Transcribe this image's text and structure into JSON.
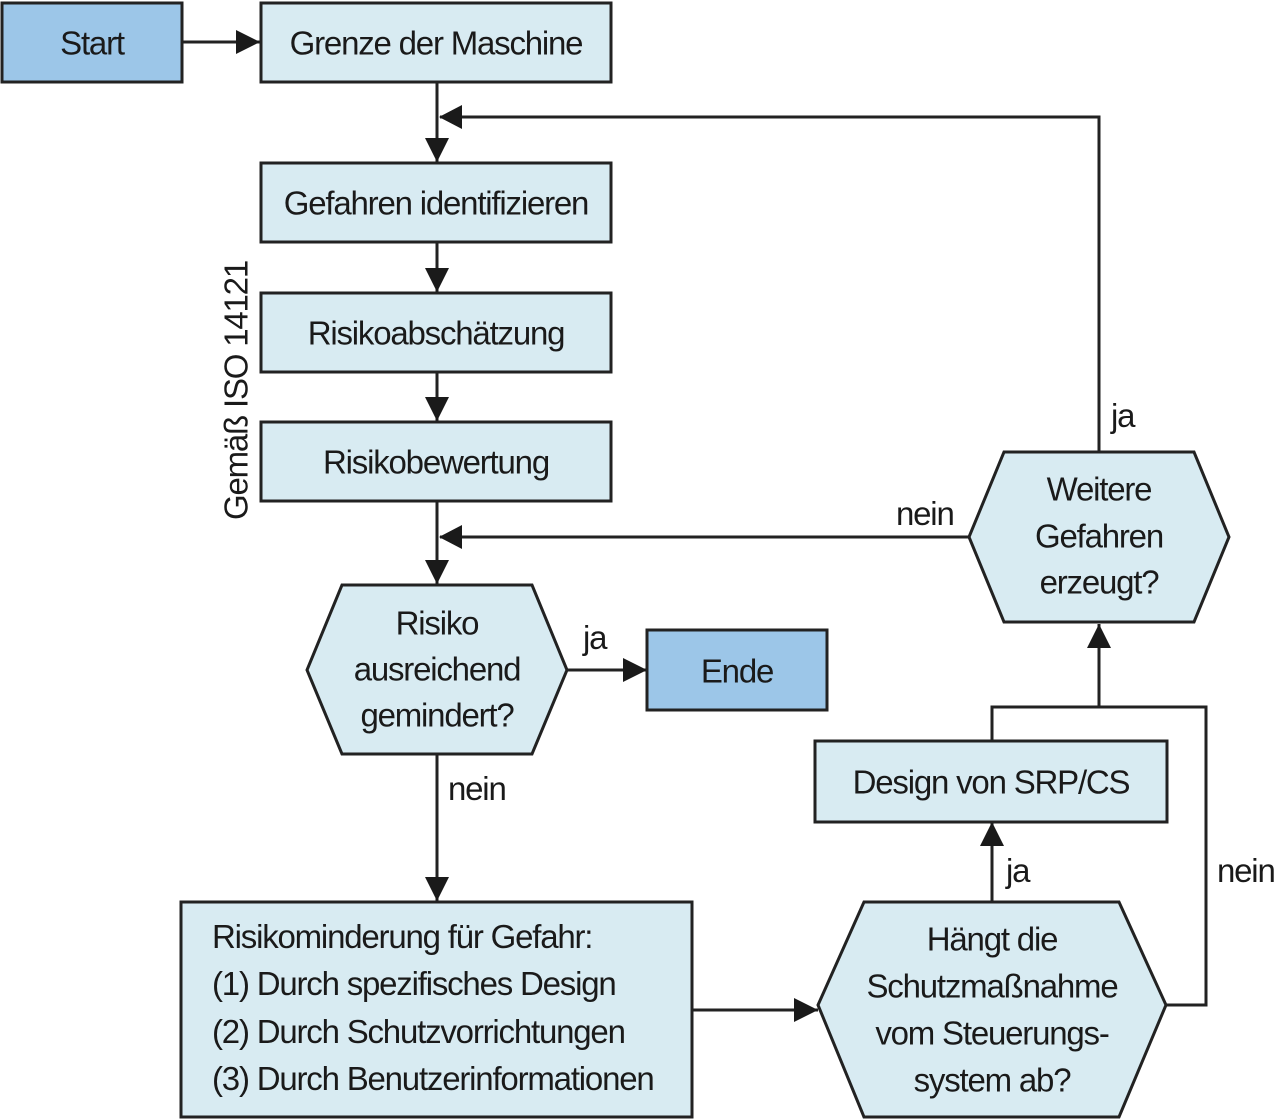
{
  "diagram": {
    "side_label": "Gemäß ISO 14121",
    "colors": {
      "terminal_fill": "#9cc6e8",
      "process_fill": "#d8ebf2",
      "stroke": "#222222"
    },
    "nodes": {
      "start": {
        "type": "terminal",
        "lines": [
          "Start"
        ]
      },
      "grenze": {
        "type": "process",
        "lines": [
          "Grenze der Maschine"
        ]
      },
      "gefahren": {
        "type": "process",
        "lines": [
          "Gefahren identifizieren"
        ]
      },
      "abschaetzung": {
        "type": "process",
        "lines": [
          "Risikoabschätzung"
        ]
      },
      "bewertung": {
        "type": "process",
        "lines": [
          "Risikobewertung"
        ]
      },
      "risiko_gemindert": {
        "type": "decision",
        "lines": [
          "Risiko",
          "ausreichend",
          "gemindert?"
        ]
      },
      "ende": {
        "type": "terminal",
        "lines": [
          "Ende"
        ]
      },
      "minderung": {
        "type": "process",
        "lines": [
          "Risikominderung für Gefahr:",
          "(1) Durch spezifisches Design",
          "(2) Durch Schutzvorrichtungen",
          "(3) Durch Benutzerinformationen"
        ]
      },
      "haengt": {
        "type": "decision",
        "lines": [
          "Hängt die",
          "Schutzmaßnahme",
          "vom Steuerungs-",
          "system ab?"
        ]
      },
      "srpcs": {
        "type": "process",
        "lines": [
          "Design von SRP/CS"
        ]
      },
      "weitere": {
        "type": "decision",
        "lines": [
          "Weitere",
          "Gefahren",
          "erzeugt?"
        ]
      }
    },
    "edges": [
      {
        "from": "start",
        "to": "grenze",
        "label": ""
      },
      {
        "from": "grenze",
        "to": "gefahren",
        "label": ""
      },
      {
        "from": "gefahren",
        "to": "abschaetzung",
        "label": ""
      },
      {
        "from": "abschaetzung",
        "to": "bewertung",
        "label": ""
      },
      {
        "from": "bewertung",
        "to": "risiko_gemindert",
        "label": ""
      },
      {
        "from": "risiko_gemindert",
        "to": "ende",
        "label": "ja"
      },
      {
        "from": "risiko_gemindert",
        "to": "minderung",
        "label": "nein"
      },
      {
        "from": "minderung",
        "to": "haengt",
        "label": ""
      },
      {
        "from": "haengt",
        "to": "srpcs",
        "label": "ja"
      },
      {
        "from": "haengt",
        "to": "weitere",
        "label": "nein"
      },
      {
        "from": "srpcs",
        "to": "weitere",
        "label": ""
      },
      {
        "from": "weitere",
        "to": "gefahren",
        "label": "ja"
      },
      {
        "from": "weitere",
        "to": "risiko_gemindert",
        "label": "nein"
      }
    ],
    "edge_labels": {
      "ende_ja": "ja",
      "minderung_nein": "nein",
      "srpcs_ja": "ja",
      "haengt_nein": "nein",
      "weitere_ja": "ja",
      "weitere_nein": "nein"
    }
  }
}
